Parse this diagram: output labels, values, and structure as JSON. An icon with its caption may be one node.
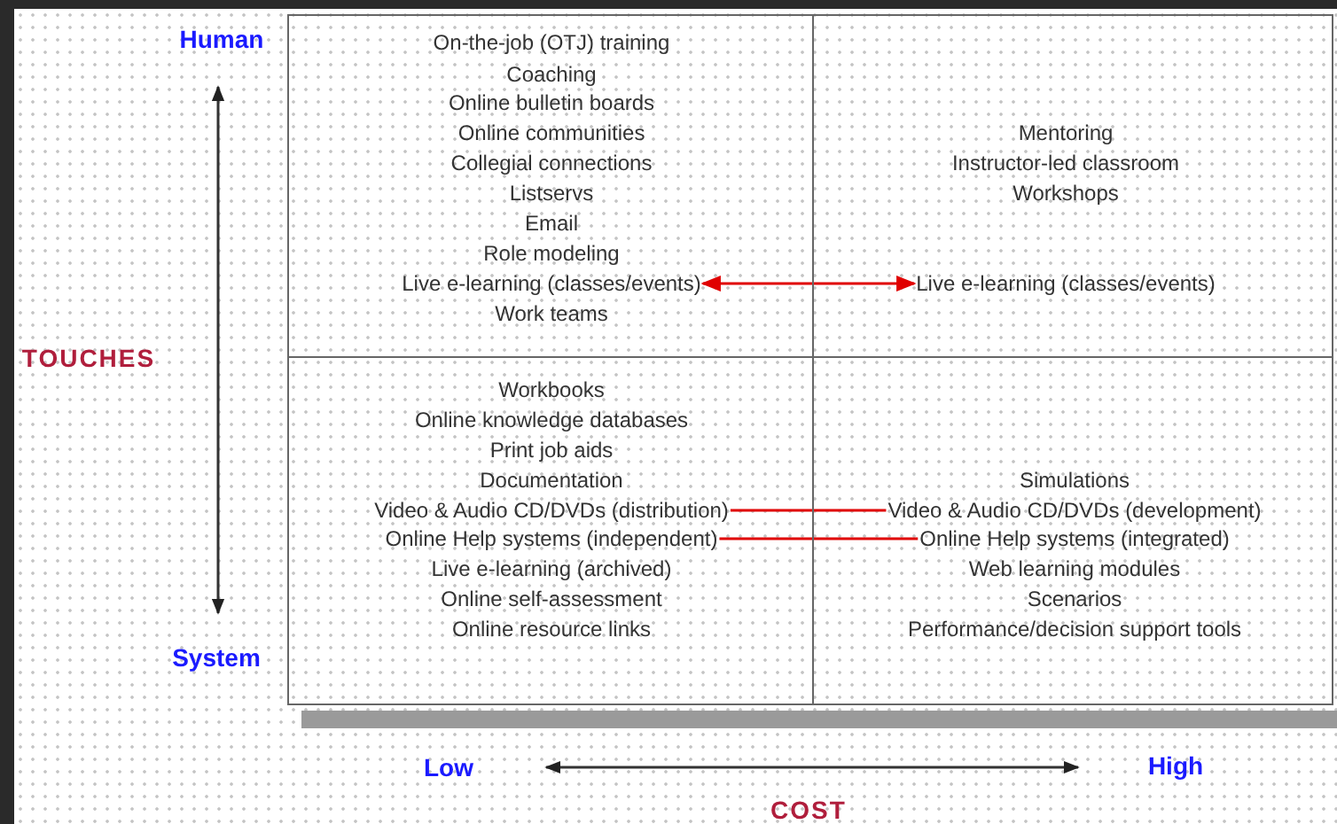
{
  "diagram": {
    "nodes": [
      {
        "text": [],
        "shape": "box"
      },
      {
        "text": [
          "On-the-job (OTJ) training"
        ],
        "in": 0
      },
      {
        "text": [
          "Coaching"
        ],
        "in": 0
      },
      {
        "text": [
          "Online bulletin boards"
        ],
        "in": 0
      },
      {
        "text": [
          "Online communities"
        ],
        "in": 0
      },
      {
        "text": [
          "Collegial connections"
        ],
        "in": 0
      },
      {
        "text": [
          "Listservs"
        ],
        "in": 0
      },
      {
        "text": [
          "Email"
        ],
        "in": 0
      },
      {
        "text": [
          "Role modeling"
        ],
        "in": 0
      },
      {
        "text": [
          "Live e-learning (classes/events)"
        ],
        "in": 0
      },
      {
        "text": [
          "Work teams"
        ],
        "in": 0
      },
      {
        "text": [],
        "shape": "box"
      },
      {
        "text": [
          "Mentoring"
        ],
        "in": 11
      },
      {
        "text": [
          "Instructor-led classroom"
        ],
        "in": 11
      },
      {
        "text": [
          "Workshops"
        ],
        "in": 11
      },
      {
        "text": [
          "Live e-learning (classes/events)"
        ],
        "in": 11
      },
      {
        "text": [],
        "shape": "box"
      },
      {
        "text": [
          "Workbooks"
        ],
        "in": 16
      },
      {
        "text": [
          "Online knowledge databases"
        ],
        "in": 16
      },
      {
        "text": [
          "Print job aids"
        ],
        "in": 16
      },
      {
        "text": [
          "Documentation"
        ],
        "in": 16
      },
      {
        "text": [
          "Video & Audio CD/DVDs (distribution)"
        ],
        "in": 16
      },
      {
        "text": [
          "Online Help systems (independent)"
        ],
        "in": 16
      },
      {
        "text": [
          "Live e-learning (archived)"
        ],
        "in": 16
      },
      {
        "text": [
          "Online self-assessment"
        ],
        "in": 16
      },
      {
        "text": [
          "Online resource links"
        ],
        "in": 16
      },
      {
        "text": [],
        "shape": "box"
      },
      {
        "text": [
          "Simulations"
        ],
        "in": 26
      },
      {
        "text": [
          "Video & Audio CD/DVDs (development)"
        ],
        "in": 26
      },
      {
        "text": [
          "Online Help systems (integrated)"
        ],
        "in": 26
      },
      {
        "text": [
          "Web learning modules"
        ],
        "in": 26
      },
      {
        "text": [
          "Scenarios"
        ],
        "in": 26
      },
      {
        "text": [
          "Performance/decision support tools"
        ],
        "in": 26
      }
    ],
    "edges": [
      {
        "from": 9,
        "to": 15,
        "arrow": "both"
      },
      {
        "from": 21,
        "to": 28,
        "arrow": "none"
      },
      {
        "from": 22,
        "to": 29,
        "arrow": "none"
      }
    ],
    "labels": [
      "Human",
      "TOUCHES",
      "System",
      "Low",
      "High",
      "COST"
    ]
  }
}
